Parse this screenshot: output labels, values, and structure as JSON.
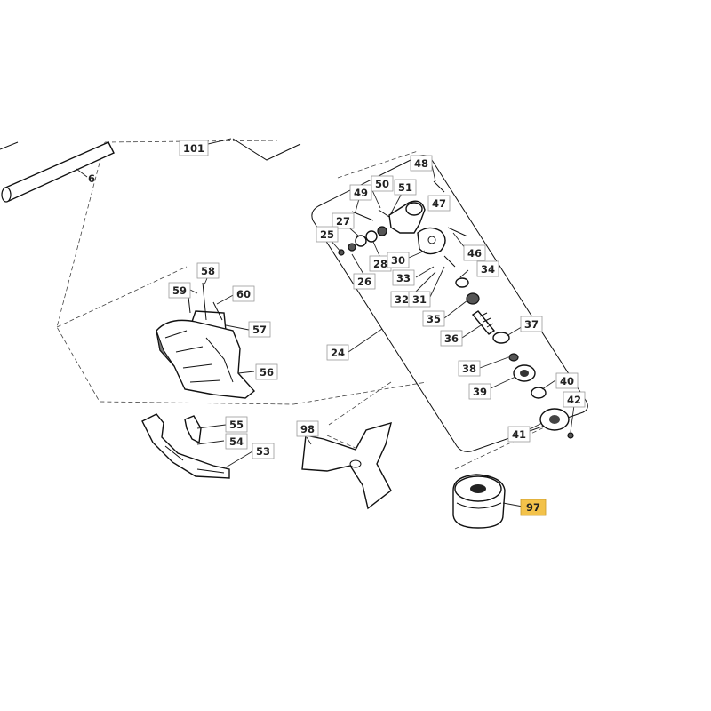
{
  "labels": {
    "p101": "101",
    "p6": "6",
    "p48": "48",
    "p50": "50",
    "p49": "49",
    "p51": "51",
    "p47": "47",
    "p27": "27",
    "p25": "25",
    "p46": "46",
    "p28": "28",
    "p30": "30",
    "p34": "34",
    "p26": "26",
    "p33": "33",
    "p32": "32",
    "p31": "31",
    "p58": "58",
    "p59": "59",
    "p60": "60",
    "p57": "57",
    "p35": "35",
    "p37": "37",
    "p36": "36",
    "p24": "24",
    "p56": "56",
    "p38": "38",
    "p40": "40",
    "p39": "39",
    "p42": "42",
    "p55": "55",
    "p98": "98",
    "p41": "41",
    "p54": "54",
    "p53": "53",
    "p97": "97"
  },
  "highlight_color": "#f3c24a"
}
